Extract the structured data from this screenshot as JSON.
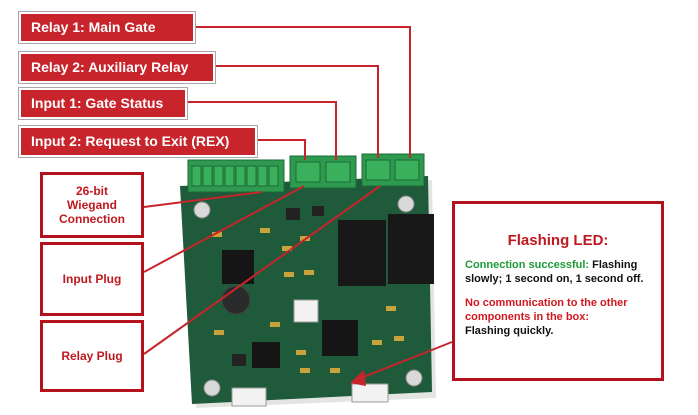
{
  "labels": {
    "relay1": "Relay 1: Main Gate",
    "relay2": "Relay 2: Auxiliary Relay",
    "input1": "Input 1: Gate Status",
    "input2": "Input 2: Request to Exit (REX)",
    "wiegand": "26-bit\nWiegand\nConnection",
    "input_plug": "Input Plug",
    "relay_plug": "Relay Plug"
  },
  "led": {
    "title": "Flashing LED:",
    "success_label": "Connection successful:",
    "success_text": " Flashing slowly; 1 second on, 1 second off.",
    "fail_label": "No communication to the other components in the box:",
    "fail_text": "Flashing quickly."
  },
  "colors": {
    "accent_red": "#c8242b",
    "pcb_green": "#1f5a3a",
    "connector_green": "#2e9a4f",
    "success_green": "#1e9a3a"
  }
}
